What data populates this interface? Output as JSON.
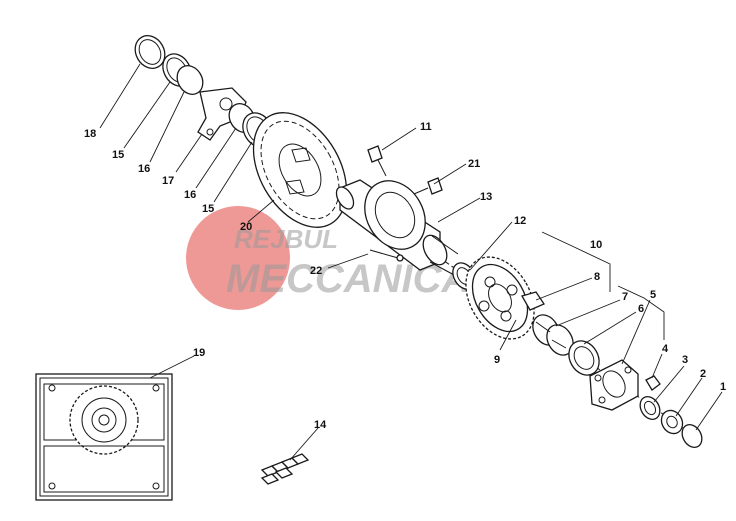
{
  "callouts": {
    "c1": "1",
    "c2": "2",
    "c3": "3",
    "c4": "4",
    "c5": "5",
    "c6": "6",
    "c7": "7",
    "c8": "8",
    "c9": "9",
    "c10": "10",
    "c11": "11",
    "c12": "12",
    "c13": "13",
    "c14": "14",
    "c15a": "15",
    "c15b": "15",
    "c16a": "16",
    "c16b": "16",
    "c17": "17",
    "c18": "18",
    "c19": "19",
    "c20": "20",
    "c21": "21",
    "c22": "22"
  },
  "watermark": {
    "line1": "REJBUL",
    "line2": "MECCANICA",
    "color": "#e0463f"
  }
}
